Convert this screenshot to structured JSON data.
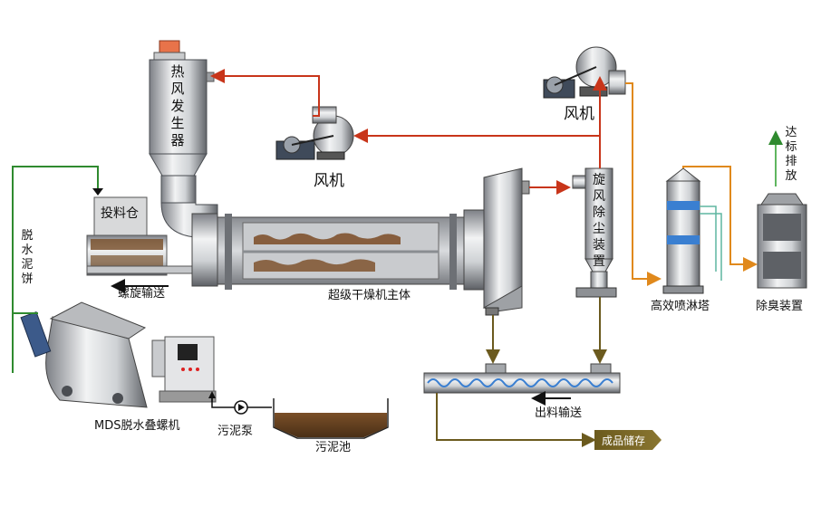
{
  "labels": {
    "hot_air_generator": "热风发生器",
    "fan_left": "风机",
    "fan_right": "风机",
    "feed_bin": "投料仓",
    "dewatered_cake": "脱水泥饼",
    "screw_feed": "螺旋输送",
    "dryer_main": "超级干燥机主体",
    "cyclone": "旋风除尘装置",
    "spray_tower": "高效喷淋塔",
    "deodorizer": "除臭装置",
    "emission": "达标排放",
    "mds_machine": "MDS脱水叠螺机",
    "sludge_pump": "污泥泵",
    "sludge_tank": "污泥池",
    "discharge": "出料输送",
    "product_storage": "成品储存"
  },
  "colors": {
    "hot_flow": "#c8351a",
    "product_flow": "#6b5a1e",
    "control_flow": "#2f8a2f",
    "exhaust_flow": "#e0891c",
    "emission_arrow": "#5fb65f",
    "sludge": "#5c3a1c",
    "steel_dark": "#6a6d72",
    "steel_light": "#e6e8ea",
    "motor": "#3c5a8a"
  }
}
